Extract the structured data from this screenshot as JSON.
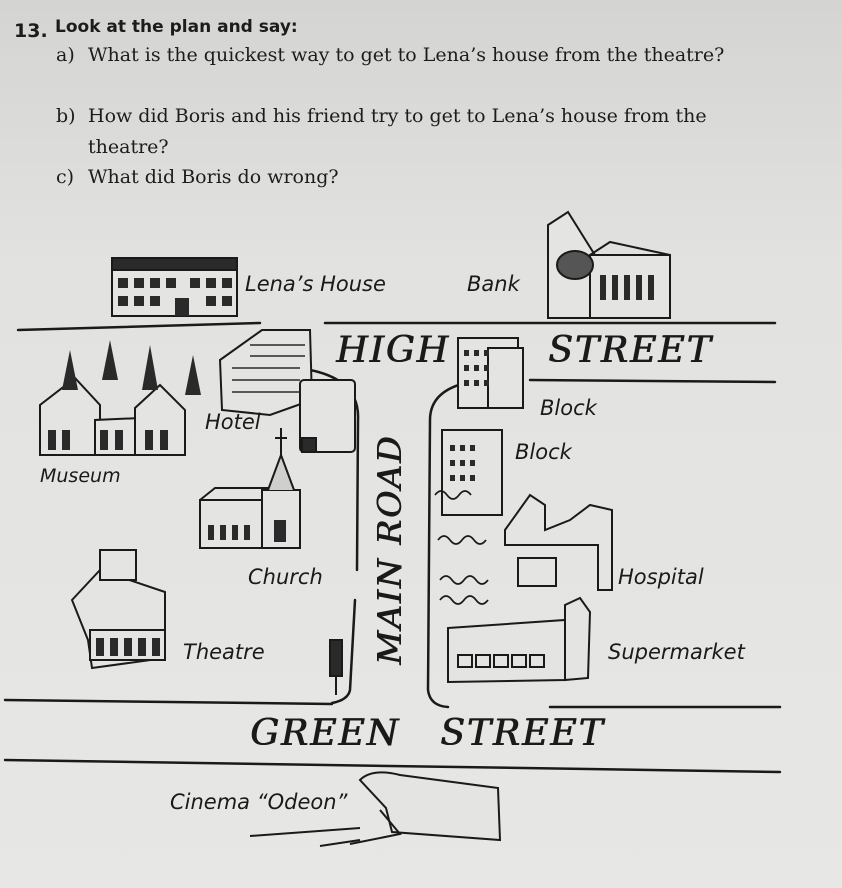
{
  "exercise": {
    "number": "13.",
    "instruction": "Look at the plan and say:",
    "questions": [
      {
        "letter": "a)",
        "text": "What is the quickest way to get to Lena’s house from the theatre?"
      },
      {
        "letter": "b)",
        "text": "How did Boris and his friend try to get to Lena’s house from the theatre?"
      },
      {
        "letter": "c)",
        "text": "What did Boris do wrong?"
      }
    ]
  },
  "map": {
    "streets": {
      "high_street_1": "HIGH",
      "high_street_2": "STREET",
      "main_road": "MAIN ROAD",
      "green_street_1": "GREEN",
      "green_street_2": "STREET"
    },
    "places": {
      "lenas_house": "Lena’s House",
      "bank": "Bank",
      "hotel": "Hotel",
      "museum": "Museum",
      "church": "Church",
      "theatre": "Theatre",
      "block_1": "Block",
      "block_2": "Block",
      "hospital": "Hospital",
      "supermarket": "Supermarket",
      "cinema": "Cinema “Odeon”"
    }
  }
}
